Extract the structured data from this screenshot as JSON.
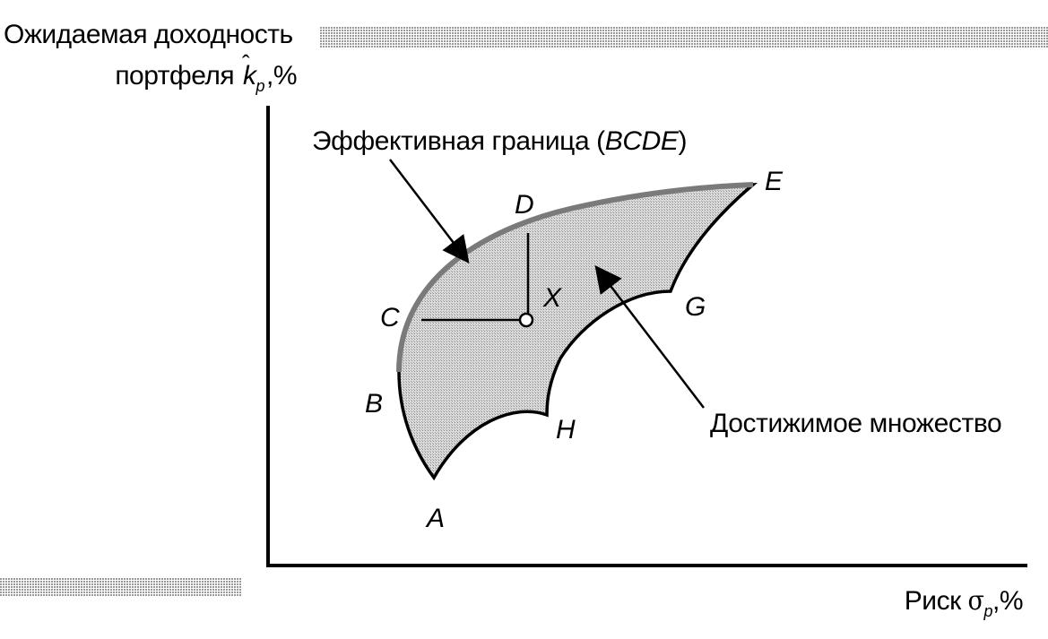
{
  "axes": {
    "y_title_line1": "Ожидаемая доходность",
    "y_title_line2_prefix": "портфеля ",
    "y_title_symbol": "k",
    "y_title_hat": "ˆ",
    "y_title_subscript": "p",
    "y_title_suffix": ",%",
    "x_title_prefix": "Риск ",
    "x_title_symbol": "σ",
    "x_title_subscript": "p",
    "x_title_suffix": ",%"
  },
  "labels": {
    "efficient_frontier_prefix": "Эффективная граница (",
    "efficient_frontier_letters": "BCDE",
    "efficient_frontier_suffix": ")",
    "attainable_set": "Достижимое множество"
  },
  "points": {
    "A": "A",
    "B": "B",
    "C": "C",
    "D": "D",
    "E": "E",
    "G": "G",
    "H": "H",
    "X": "X"
  },
  "colors": {
    "region_fill": "#c9c9c9",
    "stroke": "#000000",
    "frontier_stroke": "#6e6e6e",
    "hatch_bar": "#b8b8b8"
  }
}
